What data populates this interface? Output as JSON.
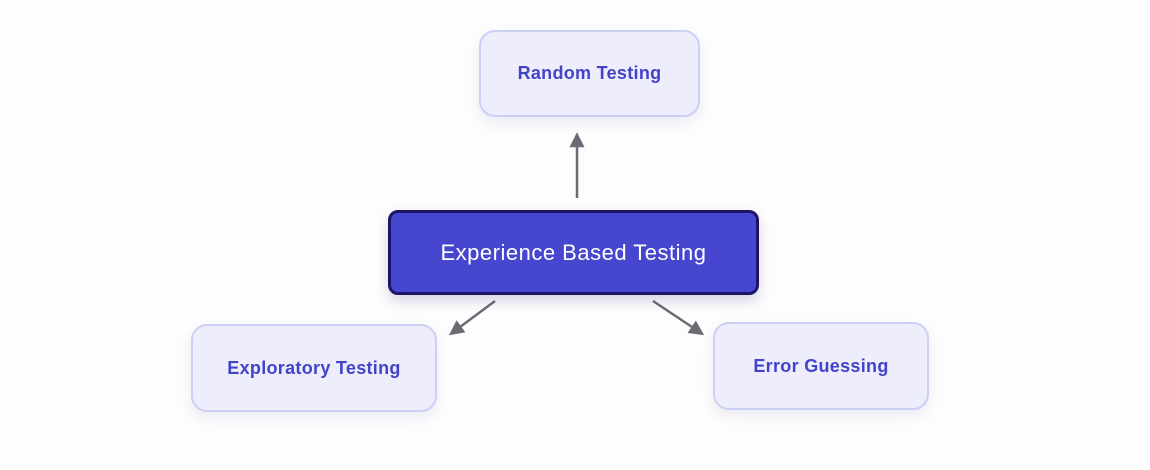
{
  "nodes": {
    "center": {
      "label": "Experience Based Testing"
    },
    "top": {
      "label": "Random Testing"
    },
    "bottom_left": {
      "label": "Exploratory Testing"
    },
    "bottom_right": {
      "label": "Error Guessing"
    }
  },
  "edges": [
    {
      "from": "center",
      "to": "top"
    },
    {
      "from": "center",
      "to": "bottom_left"
    },
    {
      "from": "center",
      "to": "bottom_right"
    }
  ],
  "colors": {
    "root_fill": "#4646cf",
    "root_border": "#1c1566",
    "root_text": "#ffffff",
    "child_fill": "#ededfc",
    "child_border": "#ccd0f4",
    "child_text": "#4343c9",
    "arrow": "#6b6b76",
    "background": "#fdfdfd"
  }
}
